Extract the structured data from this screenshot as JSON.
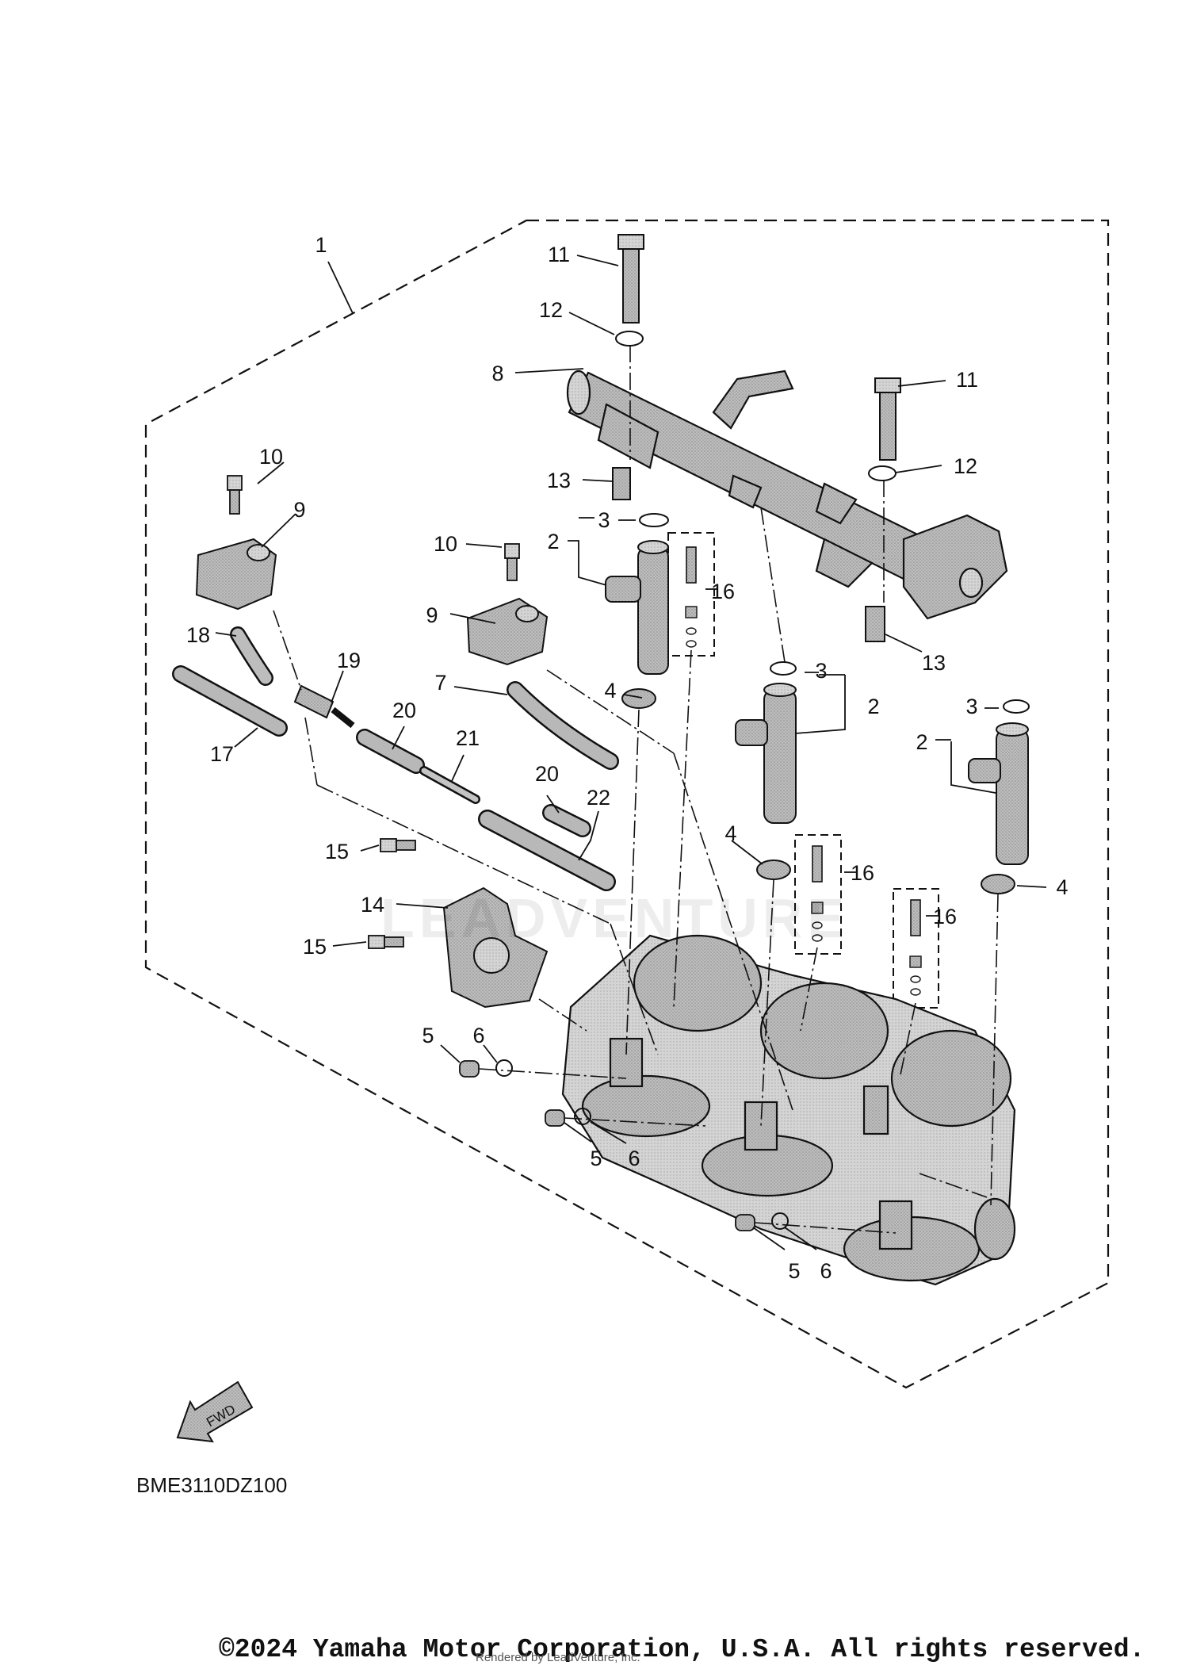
{
  "diagram": {
    "drawing_id": "BME3110DZ100",
    "copyright": "©2024 Yamaha Motor Corporation, U.S.A. All rights reserved.",
    "rendered_by": "Rendered by LeadVenture, Inc.",
    "watermark": "LEADVENTURE",
    "fwd_label": "FWD",
    "callouts": [
      {
        "id": "c1",
        "label": "1"
      },
      {
        "id": "c11a",
        "label": "11"
      },
      {
        "id": "c12a",
        "label": "12"
      },
      {
        "id": "c8",
        "label": "8"
      },
      {
        "id": "c11b",
        "label": "11"
      },
      {
        "id": "c12b",
        "label": "12"
      },
      {
        "id": "c13a",
        "label": "13"
      },
      {
        "id": "c10a",
        "label": "10"
      },
      {
        "id": "c9a",
        "label": "9"
      },
      {
        "id": "c3a",
        "label": "3"
      },
      {
        "id": "c2a",
        "label": "2"
      },
      {
        "id": "c16a",
        "label": "16"
      },
      {
        "id": "c10b",
        "label": "10"
      },
      {
        "id": "c9b",
        "label": "9"
      },
      {
        "id": "c13b",
        "label": "13"
      },
      {
        "id": "c18",
        "label": "18"
      },
      {
        "id": "c19",
        "label": "19"
      },
      {
        "id": "c7",
        "label": "7"
      },
      {
        "id": "c4a",
        "label": "4"
      },
      {
        "id": "c3b",
        "label": "3"
      },
      {
        "id": "c2b",
        "label": "2"
      },
      {
        "id": "c3c",
        "label": "3"
      },
      {
        "id": "c2c",
        "label": "2"
      },
      {
        "id": "c17",
        "label": "17"
      },
      {
        "id": "c20a",
        "label": "20"
      },
      {
        "id": "c21",
        "label": "21"
      },
      {
        "id": "c20b",
        "label": "20"
      },
      {
        "id": "c22",
        "label": "22"
      },
      {
        "id": "c4b",
        "label": "4"
      },
      {
        "id": "c15a",
        "label": "15"
      },
      {
        "id": "c16b",
        "label": "16"
      },
      {
        "id": "c4c",
        "label": "4"
      },
      {
        "id": "c14",
        "label": "14"
      },
      {
        "id": "c16c",
        "label": "16"
      },
      {
        "id": "c15b",
        "label": "15"
      },
      {
        "id": "c5a",
        "label": "5"
      },
      {
        "id": "c6a",
        "label": "6"
      },
      {
        "id": "c5b",
        "label": "5"
      },
      {
        "id": "c6b",
        "label": "6"
      },
      {
        "id": "c5c",
        "label": "5"
      },
      {
        "id": "c6c",
        "label": "6"
      }
    ]
  }
}
